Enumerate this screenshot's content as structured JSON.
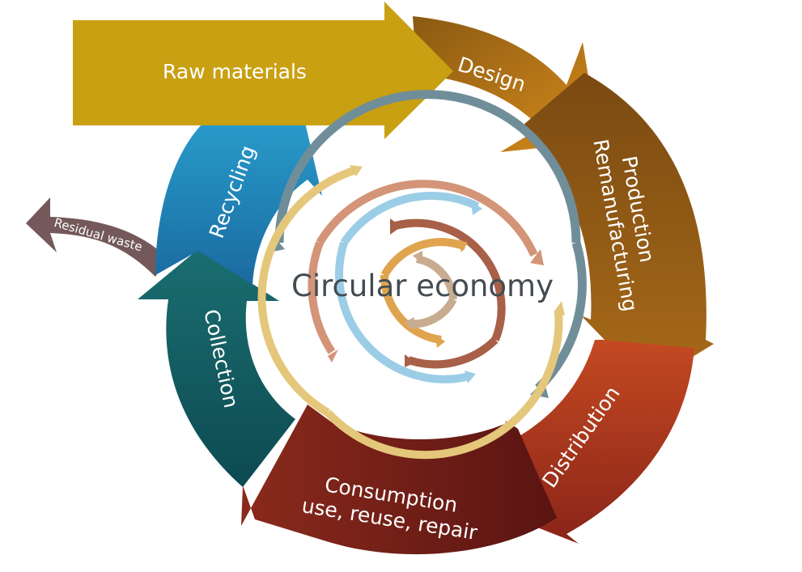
{
  "title": "Circular economy",
  "stages": {
    "raw_materials": "Raw materials",
    "design": "Design",
    "production_line1": "Production",
    "production_line2": "Remanufacturing",
    "distribution": "Distribution",
    "consumption_line1": "Consumption",
    "consumption_line2": "use, reuse, repair",
    "collection": "Collection",
    "recycling": "Recycling",
    "residual_waste": "Residual waste"
  },
  "colors": {
    "raw_materials": "#c8a012",
    "design": "#c07a18",
    "production": "#8f5a14",
    "distribution": "#a0321c",
    "consumption": "#6e1a16",
    "collection": "#135b63",
    "recycling": "#1f8fc0",
    "residual_waste": "#74585a",
    "center_text": "#444c52"
  }
}
